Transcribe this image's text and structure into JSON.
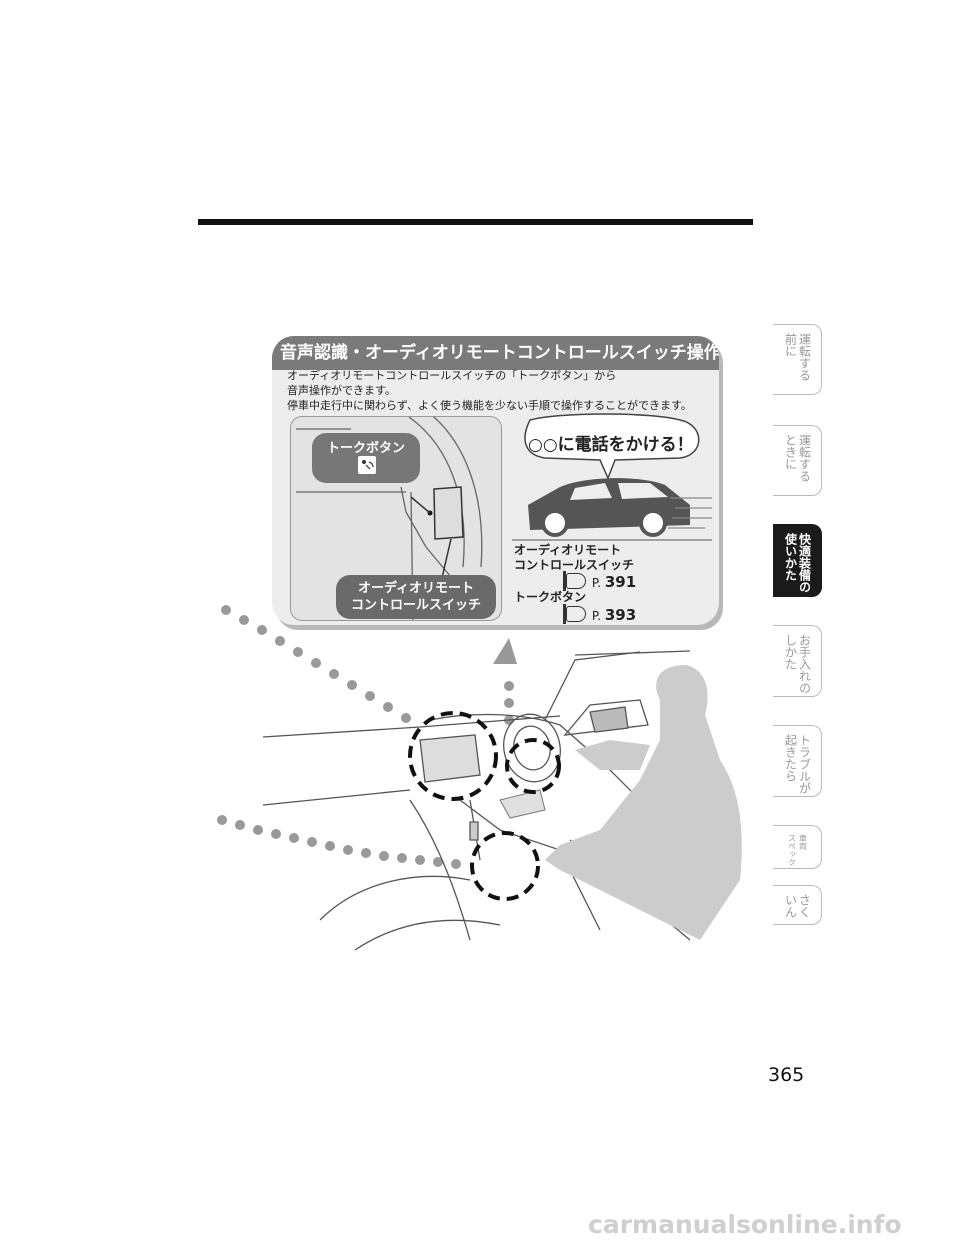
{
  "panel": {
    "title": "音声認識・オーディオリモートコントロールスイッチ操作",
    "desc_line1": "オーディオリモートコントロールスイッチの「トークボタン」から",
    "desc_line2": "音声操作ができます。",
    "desc_line3": "停車中走行中に関わらず、よく使う機能を少ない手順で操作することができます。",
    "talk_button_label": "トークボタン",
    "audio_switch_label_1": "オーディオリモート",
    "audio_switch_label_2": "コントロールスイッチ",
    "speech_bubble": "○○に電話をかける！",
    "ref_audio_1": "オーディオリモート",
    "ref_audio_2": "コントロールスイッチ",
    "ref_audio_prefix": "P.",
    "ref_audio_page": "391",
    "ref_talk": "トークボタン",
    "ref_talk_prefix": "P.",
    "ref_talk_page": "393"
  },
  "side_tabs": [
    {
      "col1": "運転する",
      "col2": "前に",
      "active": false
    },
    {
      "col1": "運転する",
      "col2": "ときに",
      "active": false
    },
    {
      "col1": "快適装備の",
      "col2": "使いかた",
      "active": true
    },
    {
      "col1": "お手入れの",
      "col2": "しかた",
      "active": false
    },
    {
      "col1": "トラブルが",
      "col2": "起きたら",
      "active": false
    },
    {
      "col1": "車両",
      "col2": "スペック",
      "active": false
    },
    {
      "col1": "さく",
      "col2": "いん",
      "active": false
    }
  ],
  "page_number": "365",
  "watermark": "carmanualsonline.info",
  "colors": {
    "panel_title_bg": "#7a7a7a",
    "active_tab_bg": "#1a1a1a",
    "tab_border": "#bbbbbb"
  }
}
